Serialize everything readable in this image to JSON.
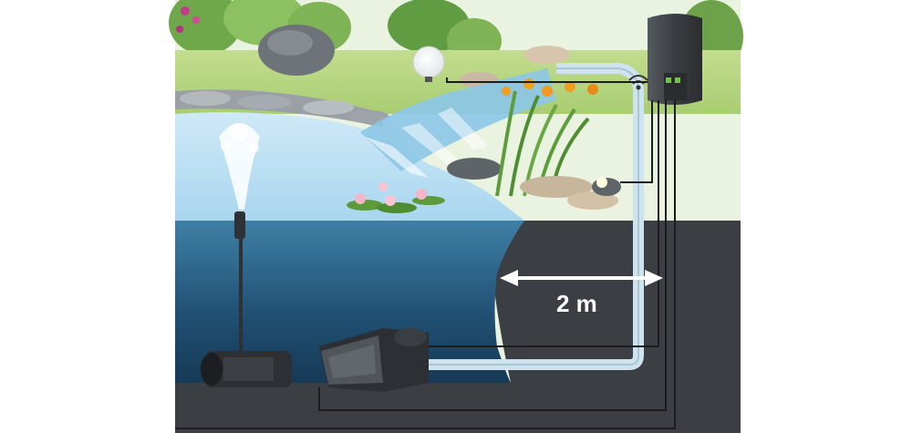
{
  "diagram": {
    "distance_label": "2 m",
    "components": [
      {
        "name": "fountain-pump"
      },
      {
        "name": "filter-pump"
      },
      {
        "name": "control-box"
      },
      {
        "name": "wifi-icon"
      },
      {
        "name": "spotlight"
      },
      {
        "name": "garden-light-globe"
      },
      {
        "name": "waterfall"
      },
      {
        "name": "water-lilies"
      }
    ]
  }
}
